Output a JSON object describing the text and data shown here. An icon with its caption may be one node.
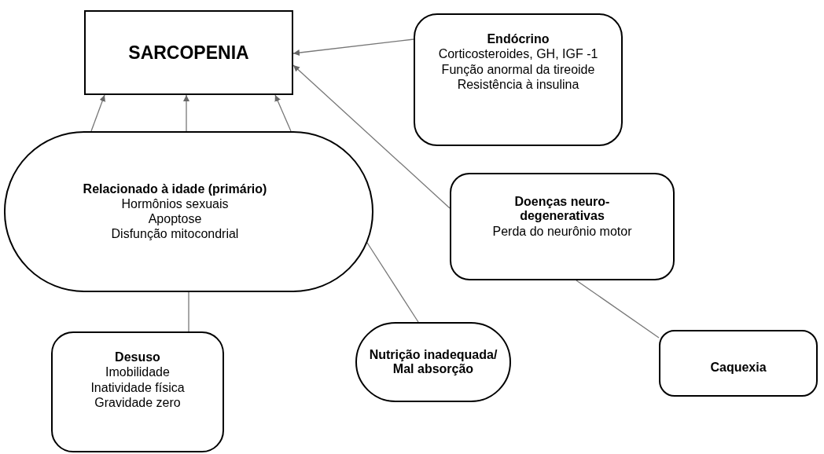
{
  "diagram": {
    "nodes": [
      {
        "text": [
          "SARCOPENIA"
        ]
      },
      {
        "text": [
          "Endócrino",
          "Corticosteroides, GH, IGF -1",
          "Função anormal da tireoide",
          "Resistência à insulina"
        ]
      },
      {
        "text": [
          "Relacionado à idade (primário)",
          "Hormônios sexuais",
          "Apoptose",
          "Disfunção mitocondrial"
        ]
      },
      {
        "text": [
          "Doenças neuro- degenerativas",
          "Perda do neurônio motor"
        ]
      },
      {
        "text": [
          "Desuso",
          "Imobilidade",
          "Inatividade física",
          "Gravidade zero"
        ]
      },
      {
        "text": [
          "Nutrição inadequada/ Mal absorção"
        ]
      },
      {
        "text": [
          "Caquexia"
        ]
      }
    ],
    "edges": [
      {
        "from": 2,
        "to": 0,
        "arrow": "to"
      },
      {
        "from": 2,
        "to": 0,
        "arrow": "to"
      },
      {
        "from": 2,
        "to": 0,
        "arrow": "to"
      },
      {
        "from": 1,
        "to": 0,
        "arrow": "to"
      },
      {
        "from": 3,
        "to": 0,
        "arrow": "to"
      },
      {
        "from": 4,
        "to": 2,
        "arrow": "none"
      },
      {
        "from": 5,
        "to": 2,
        "arrow": "none"
      },
      {
        "from": 6,
        "to": 3,
        "arrow": "none"
      }
    ]
  }
}
